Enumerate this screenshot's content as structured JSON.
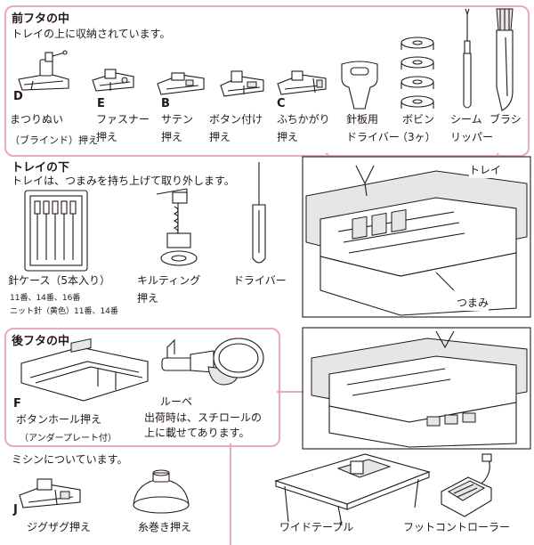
{
  "front": {
    "title": "前フタの中",
    "subtitle": "トレイの上に収納されています。",
    "items": [
      {
        "letter": "D",
        "line1": "まつりぬい",
        "line2": "（ブラインド）押え"
      },
      {
        "letter": "E",
        "line1": "ファスナー",
        "line2": "押え"
      },
      {
        "letter": "B",
        "line1": "サテン",
        "line2": "押え"
      },
      {
        "letter": "",
        "line1": "ボタン付け",
        "line2": "押え"
      },
      {
        "letter": "C",
        "line1": "ふちかがり",
        "line2": "押え"
      },
      {
        "letter": "",
        "line1": "針板用",
        "line2": "ドライバー"
      },
      {
        "letter": "",
        "line1": "ボビン",
        "line2": "（3ヶ）"
      },
      {
        "letter": "",
        "line1": "シーム",
        "line2": "リッパー"
      },
      {
        "letter": "",
        "line1": "ブラシ",
        "line2": ""
      }
    ]
  },
  "tray": {
    "title": "トレイの下",
    "subtitle": "トレイは、つまみを持ち上げて取り外します。",
    "needle_case": "針ケース（5本入り）",
    "needle_note1": "11番、14番、16番",
    "needle_note2": "ニット針（黄色）11番、14番",
    "quilting1": "キルティング",
    "quilting2": "押え",
    "driver": "ドライバー",
    "tray_label": "トレイ",
    "knob_label": "つまみ"
  },
  "back": {
    "title": "後フタの中",
    "letter_f": "F",
    "buttonhole": "ボタンホール押え",
    "buttonhole_note": "（アンダープレート付）",
    "loupe": "ルーペ",
    "loupe_note1": "出荷時は、スチロールの",
    "loupe_note2": "上に載せてあります。"
  },
  "attached": {
    "title": "ミシンについています。",
    "letter_j": "J",
    "zigzag": "ジグザグ押え",
    "spool": "糸巻き押え",
    "wide_table": "ワイドテーブル",
    "foot_controller": "フットコントローラー"
  },
  "colors": {
    "frame": "#e7a8c4",
    "ink": "#231815"
  }
}
